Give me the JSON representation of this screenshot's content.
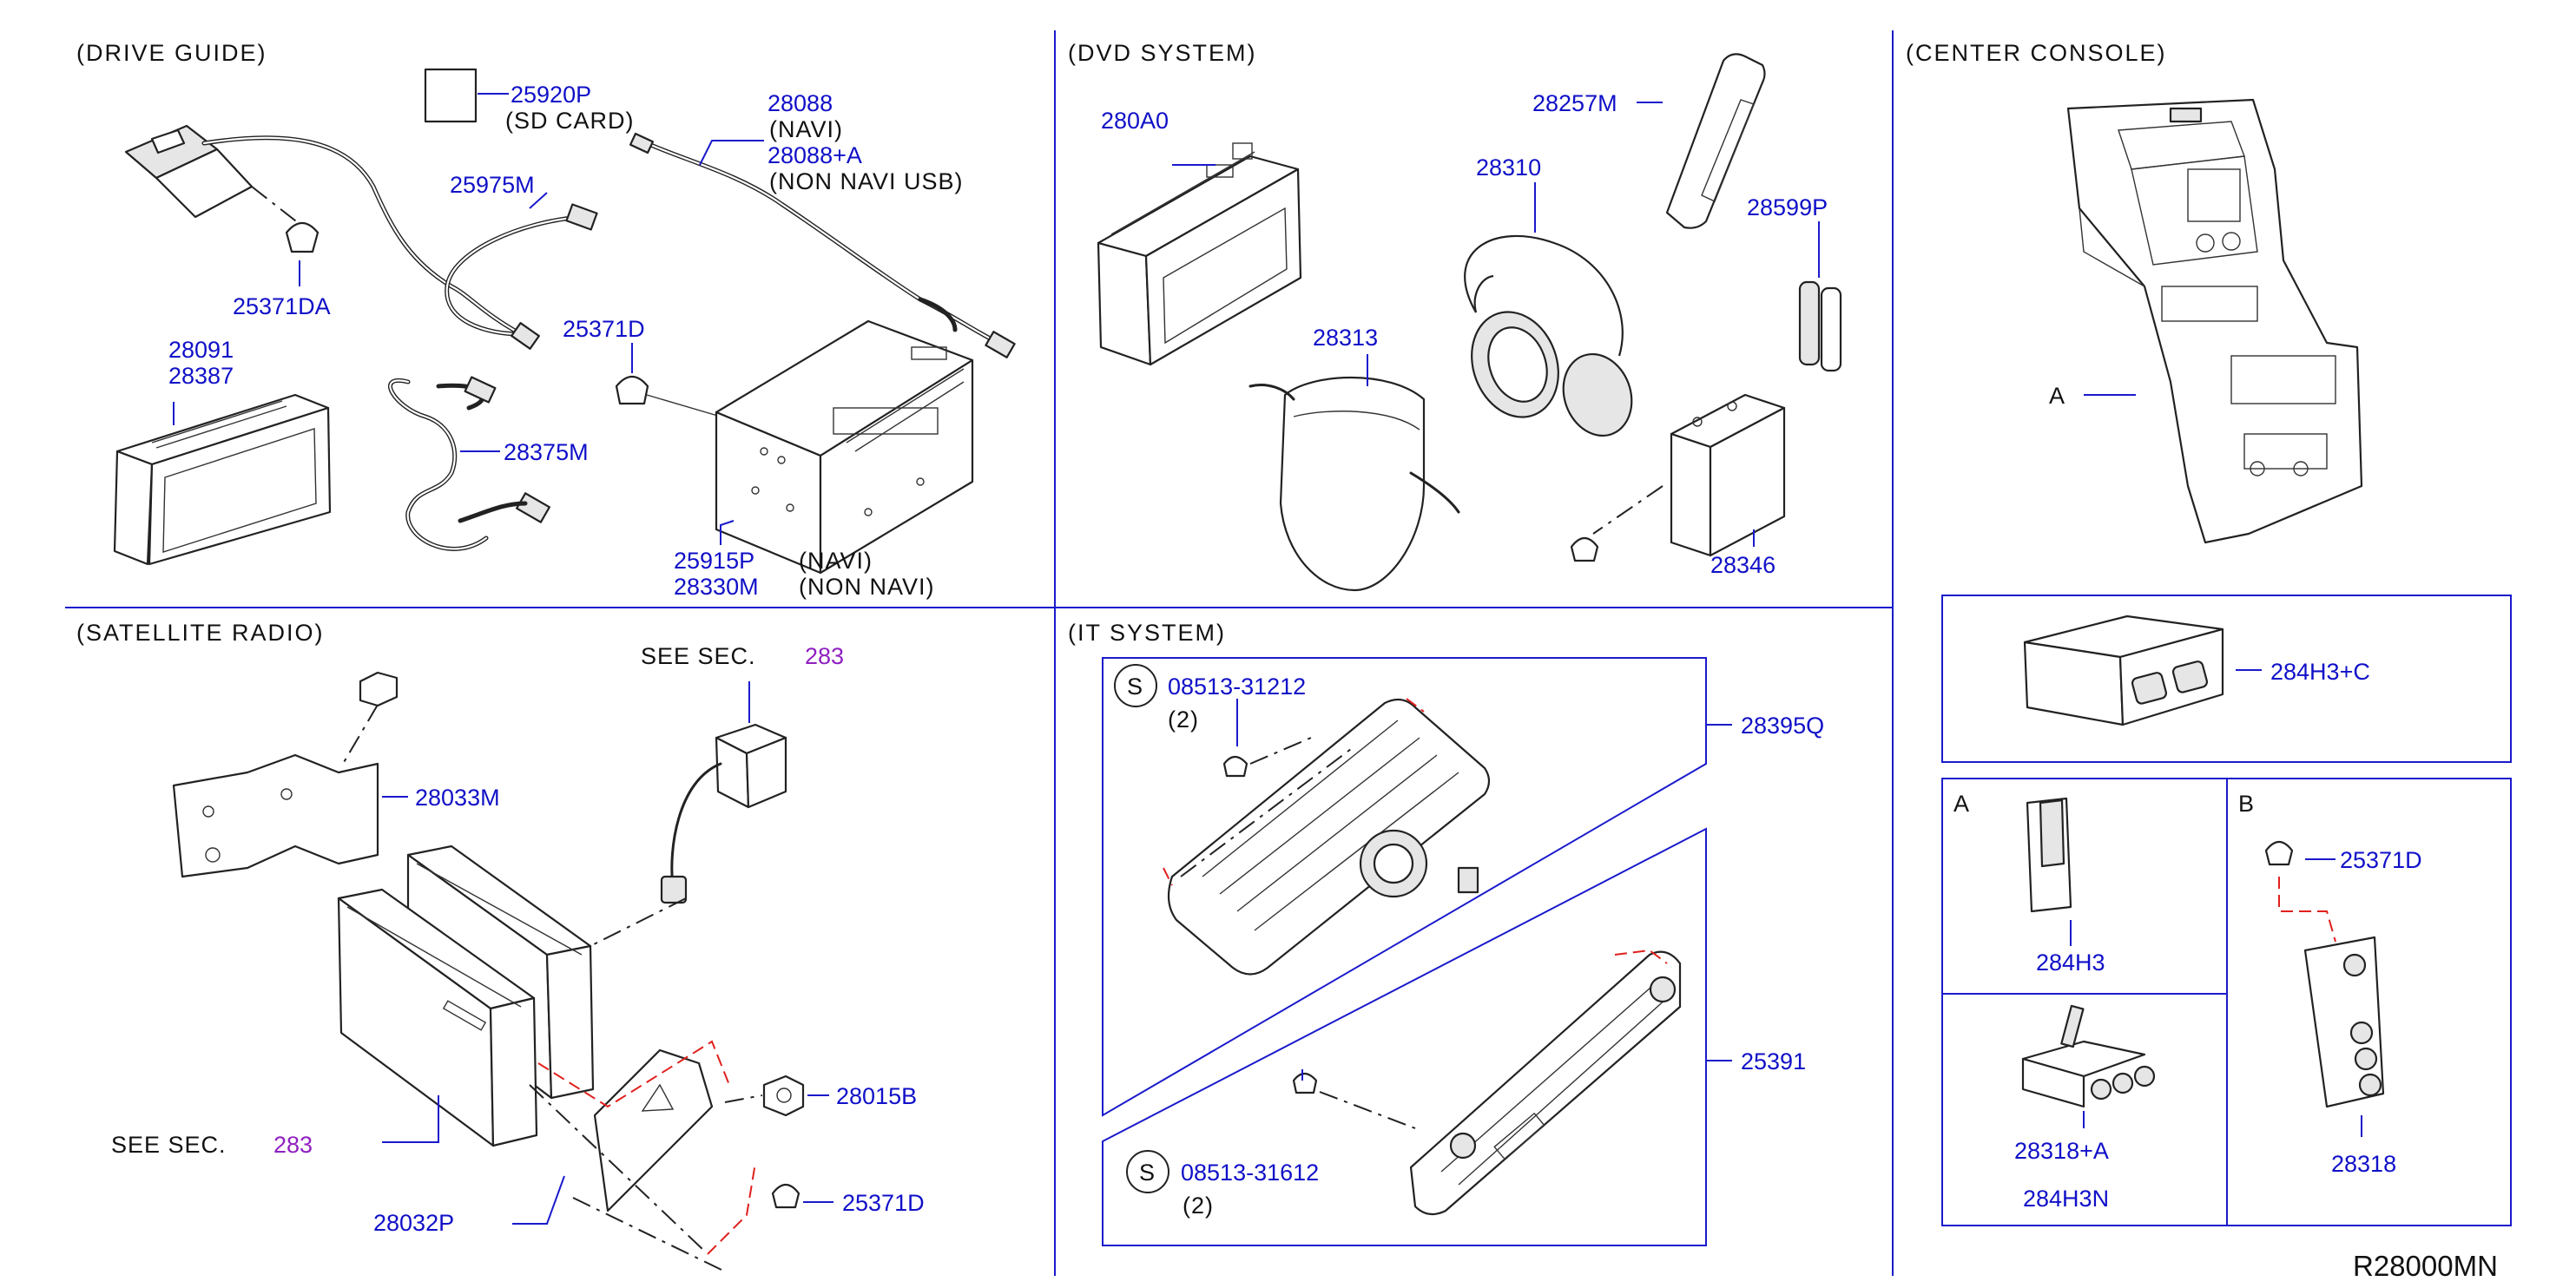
{
  "sections": {
    "drive_guide": "(DRIVE   GUIDE)",
    "dvd_system": "(DVD   SYSTEM)",
    "center_console": "(CENTER   CONSOLE)",
    "satellite_radio": "(SATELLITE   RADIO)",
    "it_system": "(IT   SYSTEM)"
  },
  "drive_guide": {
    "p25920P": "25920P",
    "sd_card": "(SD   CARD)",
    "p28088": "28088",
    "navi1": "(NAVI)",
    "p28088A": "28088+A",
    "non_navi_usb": "(NON   NAVI   USB)",
    "p25975M": "25975M",
    "p25371DA": "25371DA",
    "p25371D": "25371D",
    "p28091": "28091",
    "p28387": "28387",
    "p28375M": "28375M",
    "p25915P": "25915P",
    "navi2": "(NAVI)",
    "p28330M": "28330M",
    "non_navi": "(NON   NAVI)"
  },
  "dvd_system": {
    "p280A0": "280A0",
    "p28257M": "28257M",
    "p28310": "28310",
    "p28599P": "28599P",
    "p28313": "28313",
    "p28346": "28346"
  },
  "center_console": {
    "callout_A": "A",
    "p284H3C": "284H3+C",
    "label_A": "A",
    "label_B": "B",
    "p284H3": "284H3",
    "p25371D": "25371D",
    "p28318A": "28318+A",
    "p284H3N": "284H3N",
    "p28318": "28318"
  },
  "satellite_radio": {
    "see_sec_top": "SEE   SEC.",
    "sec_top_num": "283",
    "p28033M": "28033M",
    "p28015B": "28015B",
    "see_sec_bottom": "SEE   SEC.",
    "sec_bottom_num": "283",
    "p25371D": "25371D",
    "p28032P": "28032P"
  },
  "it_system": {
    "s1": "S",
    "p0851331212": "08513-31212",
    "qty1": "(2)",
    "p28395Q": "28395Q",
    "p25391": "25391",
    "s2": "S",
    "p0851331612": "08513-31612",
    "qty2": "(2)"
  },
  "diagram_ref": "R28000MN",
  "colors": {
    "part_number": "#1010c8",
    "section_ref": "#9020c0",
    "leader": "#1a1acc",
    "hidden_line": "#e0201c"
  }
}
